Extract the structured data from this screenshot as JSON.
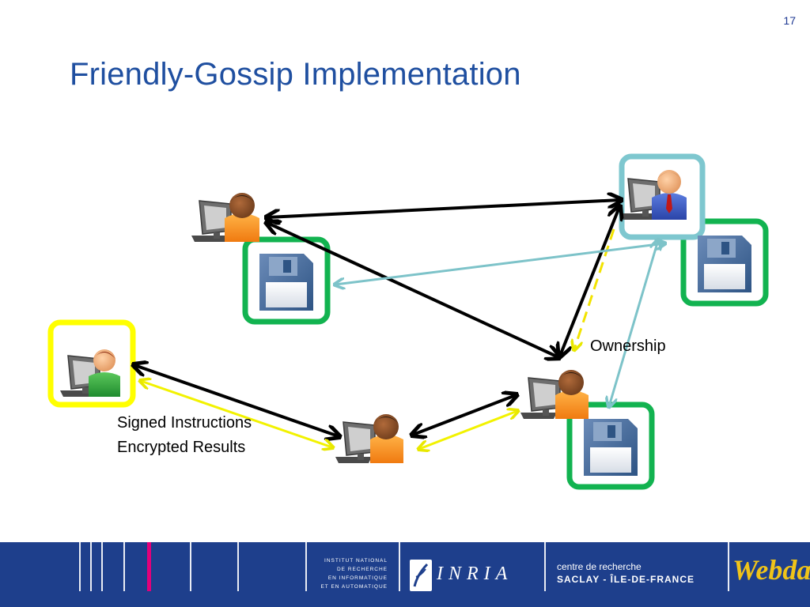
{
  "slide": {
    "number": "17",
    "title": "Friendly-Gossip Implementation"
  },
  "diagram": {
    "labels": {
      "ownership": "Ownership",
      "signed_instructions": "Signed Instructions",
      "encrypted_results": "Encrypted Results"
    },
    "colors": {
      "black_arrow": "#000000",
      "teal_arrow": "#7dc3c9",
      "yellow_arrow": "#f2f200",
      "dashed_ownership": "#f2e300",
      "green_frame": "#12b350",
      "yellow_frame": "#ffff00",
      "teal_frame": "#7ec7cf"
    },
    "icons": [
      "user-computer-icon",
      "floppy-disk-icon"
    ]
  },
  "footer": {
    "institute_lines": [
      "INSTITUT NATIONAL",
      "DE RECHERCHE",
      "EN INFORMATIQUE",
      "ET EN AUTOMATIQUE"
    ],
    "inria": "INRIA",
    "centre_line1": "centre de recherche",
    "centre_line2": "SACLAY - ÎLE-DE-FRANCE",
    "webdam": "Webdam",
    "colors": {
      "background": "#1e3f8c",
      "accent": "#e2007a"
    }
  }
}
